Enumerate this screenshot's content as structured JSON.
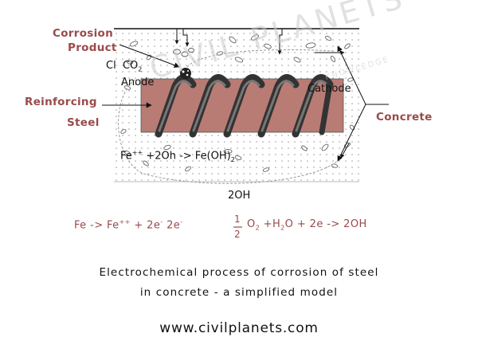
{
  "labels": {
    "corrosion_product_1": "Corrosion",
    "corrosion_product_2": "Product",
    "reinforcing_1": "Reinforcing",
    "reinforcing_2": "Steel",
    "concrete": "Concrete",
    "cl": "Cl",
    "co2_main": "CO",
    "co2_sub": "2",
    "anode": "Anode",
    "cathode": "Cathode",
    "hydroxide": "2OH"
  },
  "reaction_inner": {
    "part1": "Fe",
    "sup1": "++",
    "part2": "+2Oh  -> Fe(OH)",
    "sub1": "2"
  },
  "equation_left": {
    "part1": "Fe -> Fe",
    "sup1": "++",
    "part2": " + 2e",
    "sup2": "-",
    "part3": "  2e",
    "sup3": "-"
  },
  "equation_right": {
    "numerator": "1",
    "denominator": "2",
    "part1": "O",
    "sub1": "2",
    "part2": " +H",
    "sub2": "2",
    "part3": "O  + 2e  -> 2OH"
  },
  "caption": {
    "line1": "Electrochemical process of corrosion of steel",
    "line2": "in concrete - a simplified model"
  },
  "watermark": {
    "brand": "CIVIL PLANETS",
    "tagline": "KNOWLEDGE"
  },
  "website": "www.civilplanets.com",
  "colors": {
    "steel": "#b87c74",
    "label_red": "#9a4a4a",
    "concrete_dots": "#9a9a9a"
  }
}
